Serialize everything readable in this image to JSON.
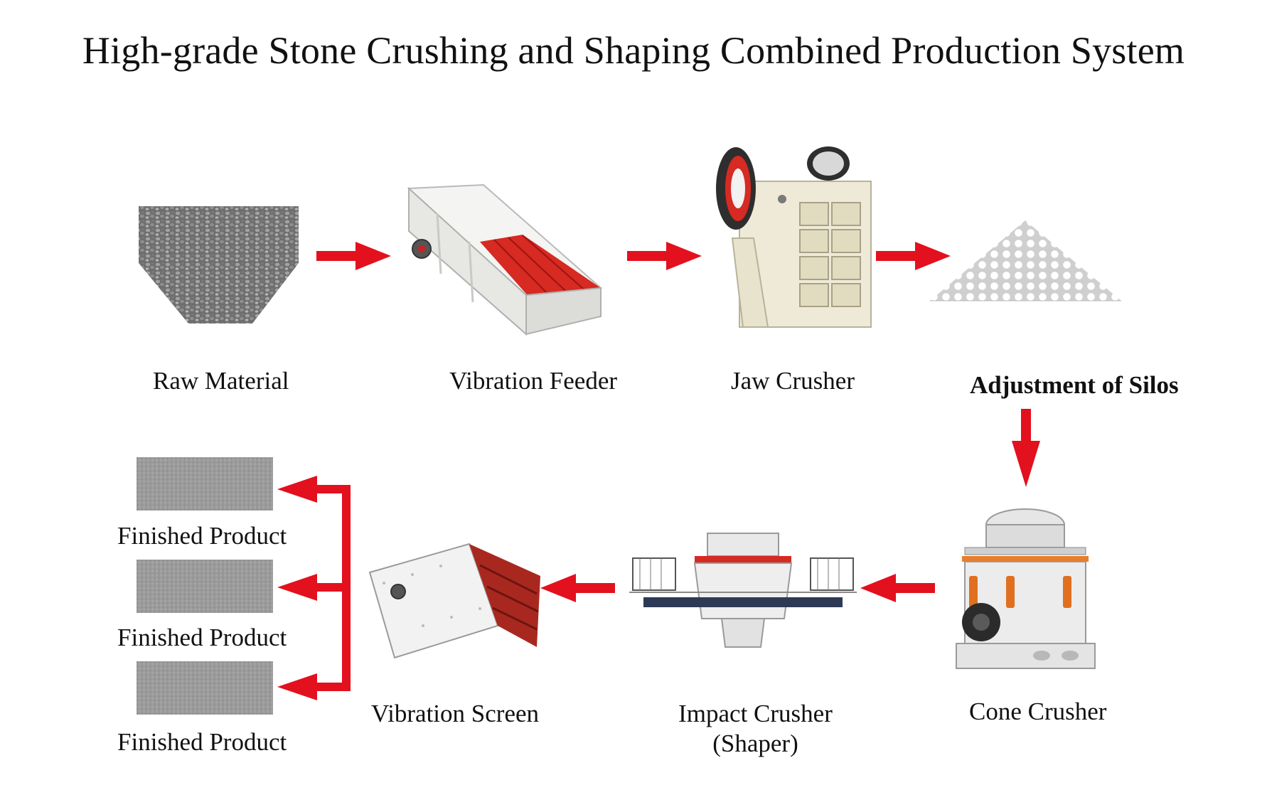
{
  "title": "High-grade Stone Crushing and Shaping Combined Production System",
  "steps": {
    "raw_material": "Raw Material",
    "vibration_feeder": "Vibration Feeder",
    "jaw_crusher": "Jaw Crusher",
    "adjustment_of_silos": "Adjustment of Silos",
    "cone_crusher": "Cone Crusher",
    "impact_crusher_line1": "Impact Crusher",
    "impact_crusher_line2": "(Shaper)",
    "vibration_screen": "Vibration Screen"
  },
  "finished_products": [
    "Finished Product",
    "Finished Product",
    "Finished Product"
  ],
  "colors": {
    "arrow": "#e3101e",
    "text": "#111111",
    "machine_red": "#d62a22",
    "machine_body": "#f1efe6",
    "gravel": "#8b8b8b"
  }
}
